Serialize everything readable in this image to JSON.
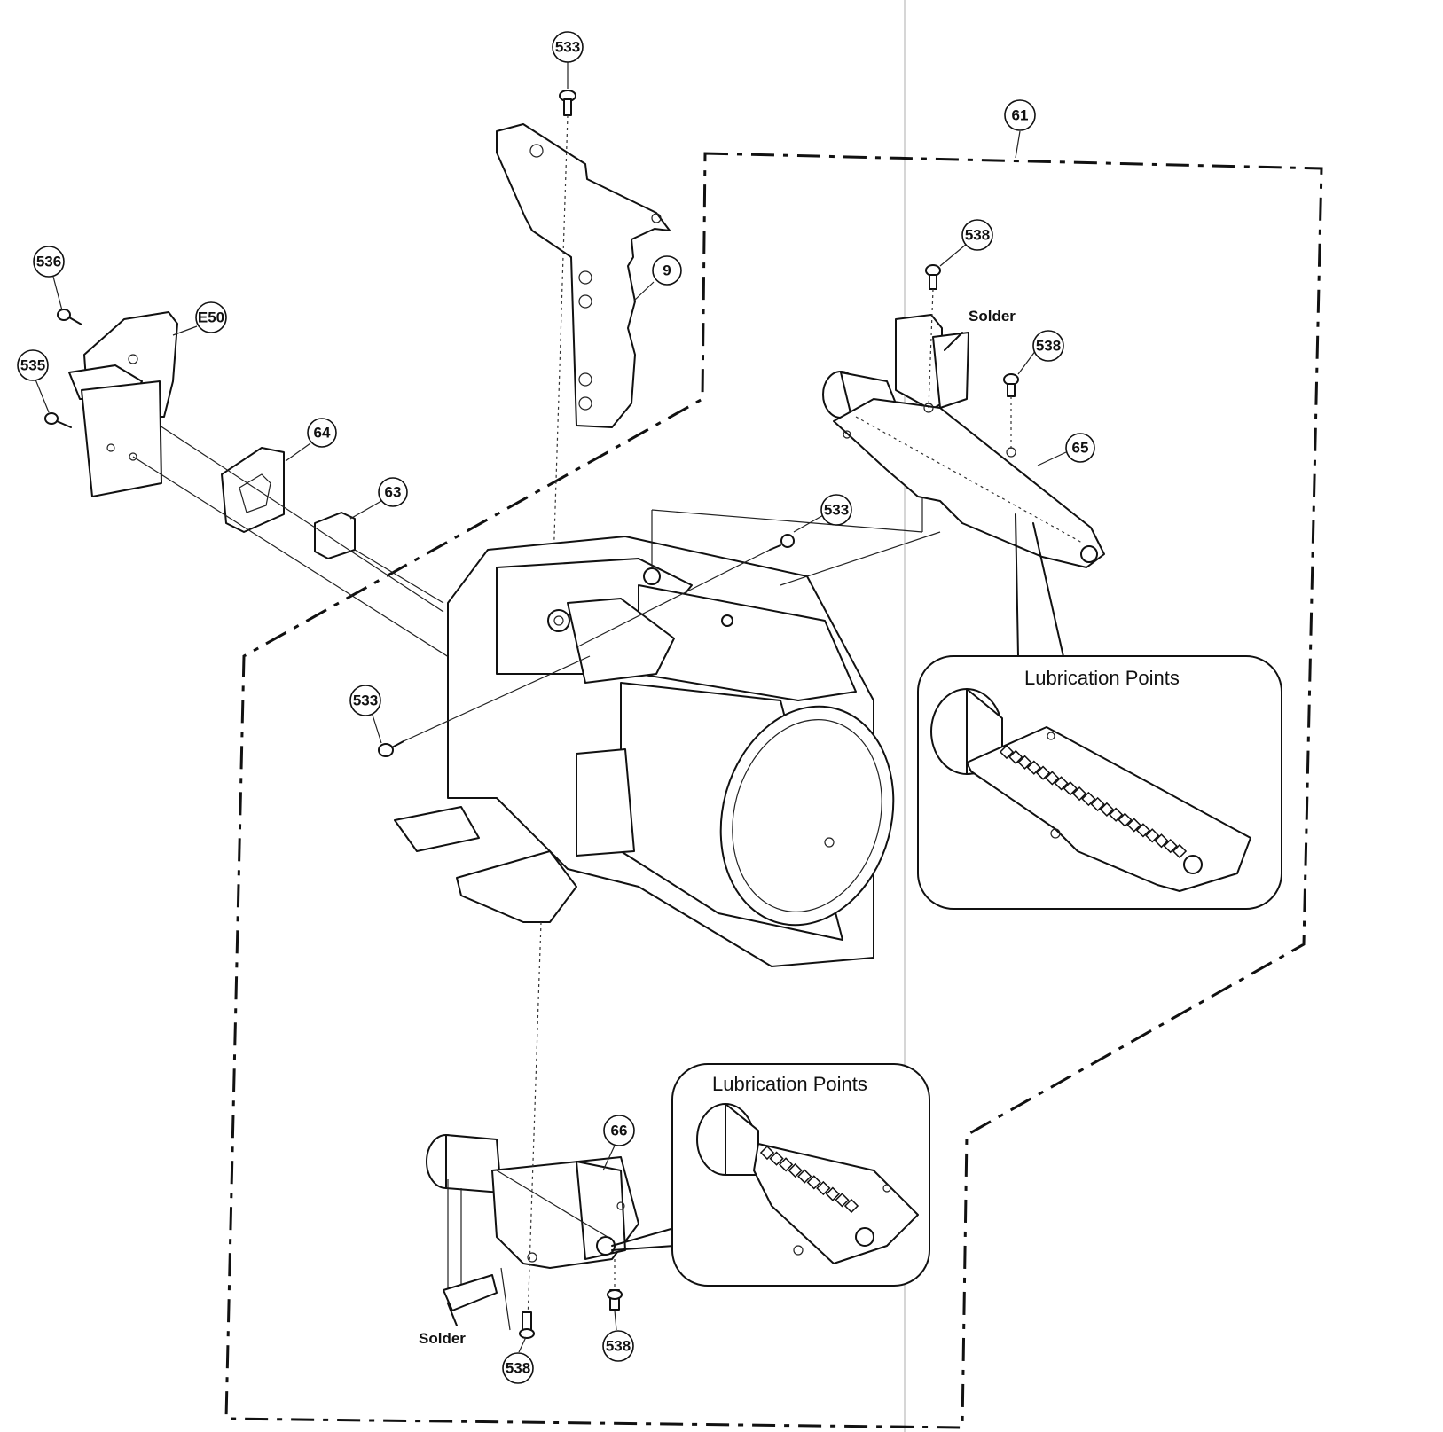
{
  "callouts": {
    "c533_top": "533",
    "c533_mid": "533",
    "c533_left": "533",
    "c61": "61",
    "c9": "9",
    "c536": "536",
    "c535": "535",
    "cE50": "E50",
    "c64": "64",
    "c63": "63",
    "c65": "65",
    "c538_a": "538",
    "c538_b": "538",
    "c538_c": "538",
    "c538_d": "538",
    "c66": "66"
  },
  "notes": {
    "solder_top": "Solder",
    "solder_bottom": "Solder"
  },
  "detail_boxes": {
    "top_title": "Lubrication Points",
    "bottom_title": "Lubrication Points"
  }
}
